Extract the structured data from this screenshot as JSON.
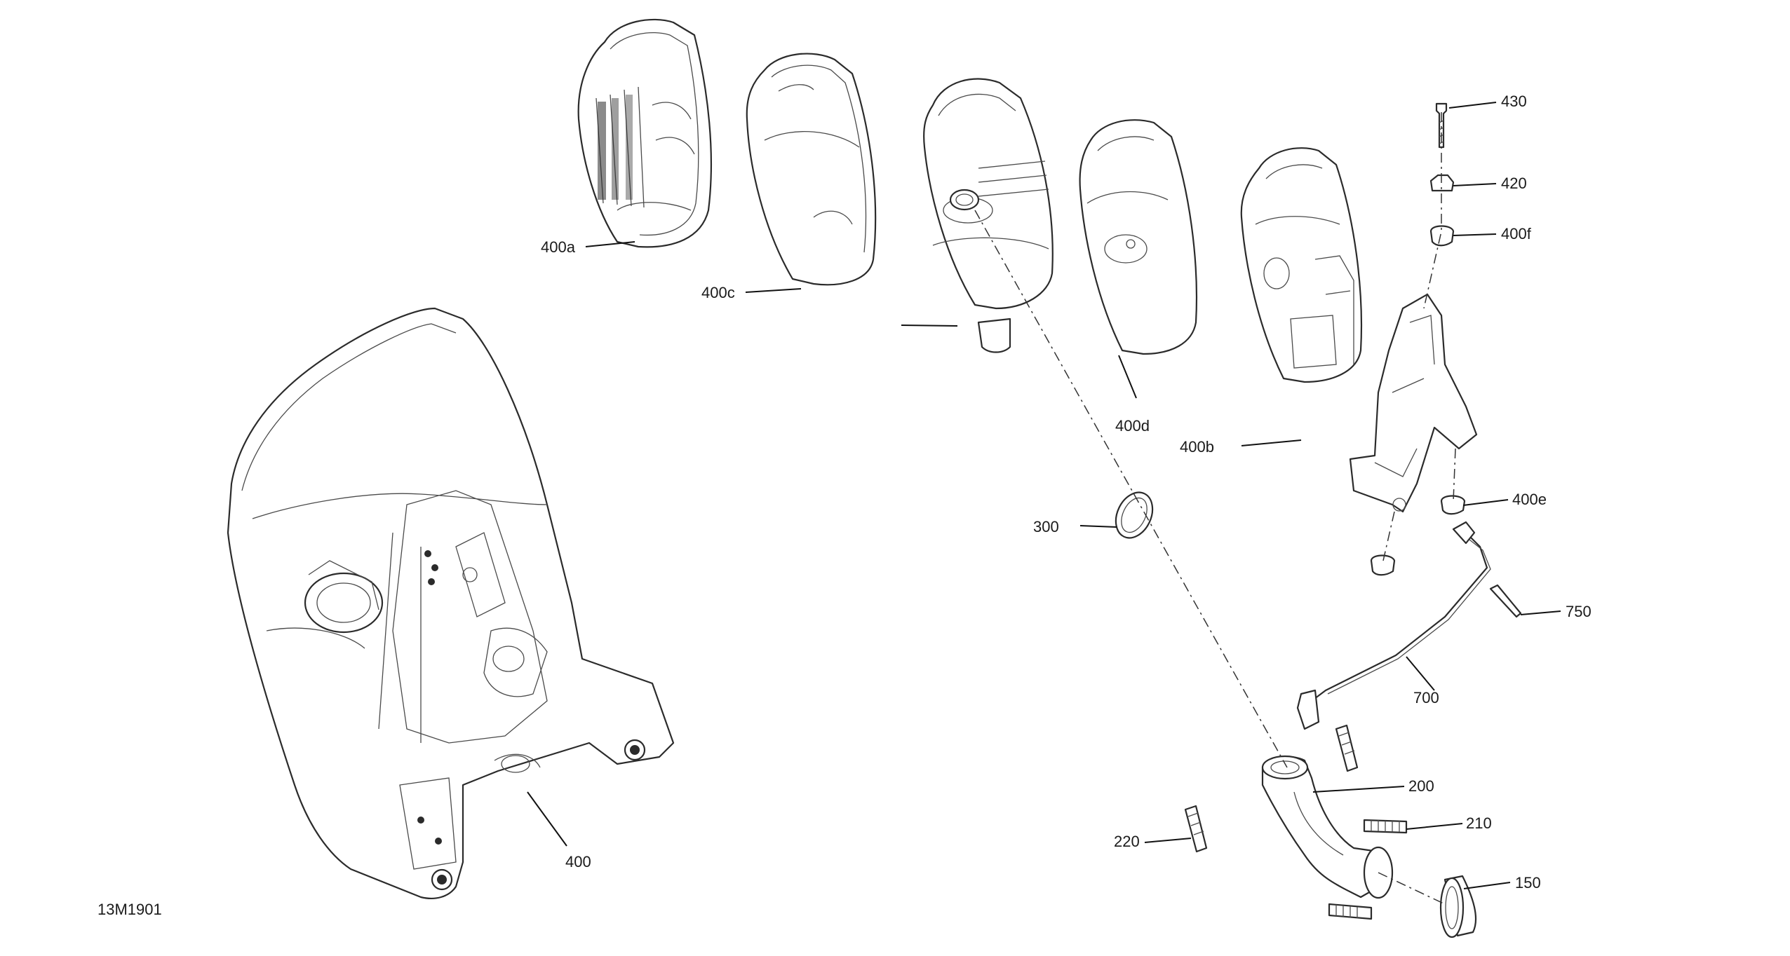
{
  "diagram": {
    "drawing_id": "13M1901",
    "callouts": [
      {
        "id": "430",
        "label": "430"
      },
      {
        "id": "420",
        "label": "420"
      },
      {
        "id": "400f",
        "label": "400f"
      },
      {
        "id": "400a",
        "label": "400a"
      },
      {
        "id": "400c",
        "label": "400c"
      },
      {
        "id": "400d",
        "label": "400d"
      },
      {
        "id": "400b",
        "label": "400b"
      },
      {
        "id": "400e",
        "label": "400e"
      },
      {
        "id": "300",
        "label": "300"
      },
      {
        "id": "750",
        "label": "750"
      },
      {
        "id": "700",
        "label": "700"
      },
      {
        "id": "200",
        "label": "200"
      },
      {
        "id": "210",
        "label": "210"
      },
      {
        "id": "220",
        "label": "220"
      },
      {
        "id": "150",
        "label": "150"
      },
      {
        "id": "400",
        "label": "400"
      }
    ]
  }
}
